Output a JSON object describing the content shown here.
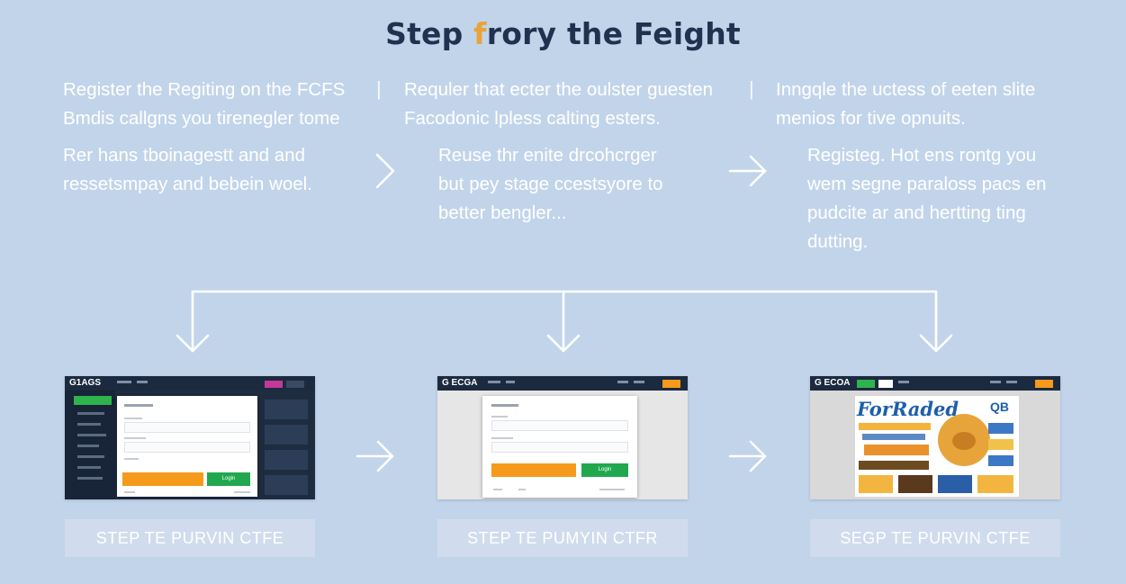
{
  "title": {
    "part1": "Step ",
    "accent": "f",
    "part2": "rory the Feight"
  },
  "columns": [
    {
      "top_lines": [
        "Register the Regiting on the FCFS",
        "Bmdis callgns you tirenegler tome"
      ],
      "bottom_lines": [
        "Rer hans tboinagestt and and",
        "ressetsmpay and bebein woel."
      ]
    },
    {
      "top_lines": [
        "Requler that ecter the oulster guesten",
        "Facodonic lpless calting esters."
      ],
      "bottom_lines": [
        "Reuse thr enite drcohcrger",
        "but pey stage ccestsyore to",
        "better bengler..."
      ]
    },
    {
      "top_lines": [
        "Inngqle the uctess of eeten slite",
        "menios for tive opnuits."
      ],
      "bottom_lines": [
        "Registeg. Hot ens rontg you",
        "wem segne paraloss pacs en",
        "pudcite ar and hertting ting",
        "dutting."
      ]
    }
  ],
  "screenshots": [
    {
      "logo": "G1AGS",
      "button_label": "Login"
    },
    {
      "logo": "G ECGA",
      "button_label": "Login"
    },
    {
      "logo": "G ECOA",
      "banner_title": "ForRaded",
      "banner_badge": "QB"
    }
  ],
  "step_labels": [
    "STEP TE PURVIN CTFE",
    "STEP TE PUMYIN CTFR",
    "SEGP TE PURVIN CTFE"
  ],
  "colors": {
    "background": "#c2d4ea",
    "title": "#1f3350",
    "accent": "#e9a33a",
    "text": "#ffffff",
    "nav": "#1b2a3f",
    "orange_button": "#f59a1b",
    "green_button": "#21a84f"
  }
}
